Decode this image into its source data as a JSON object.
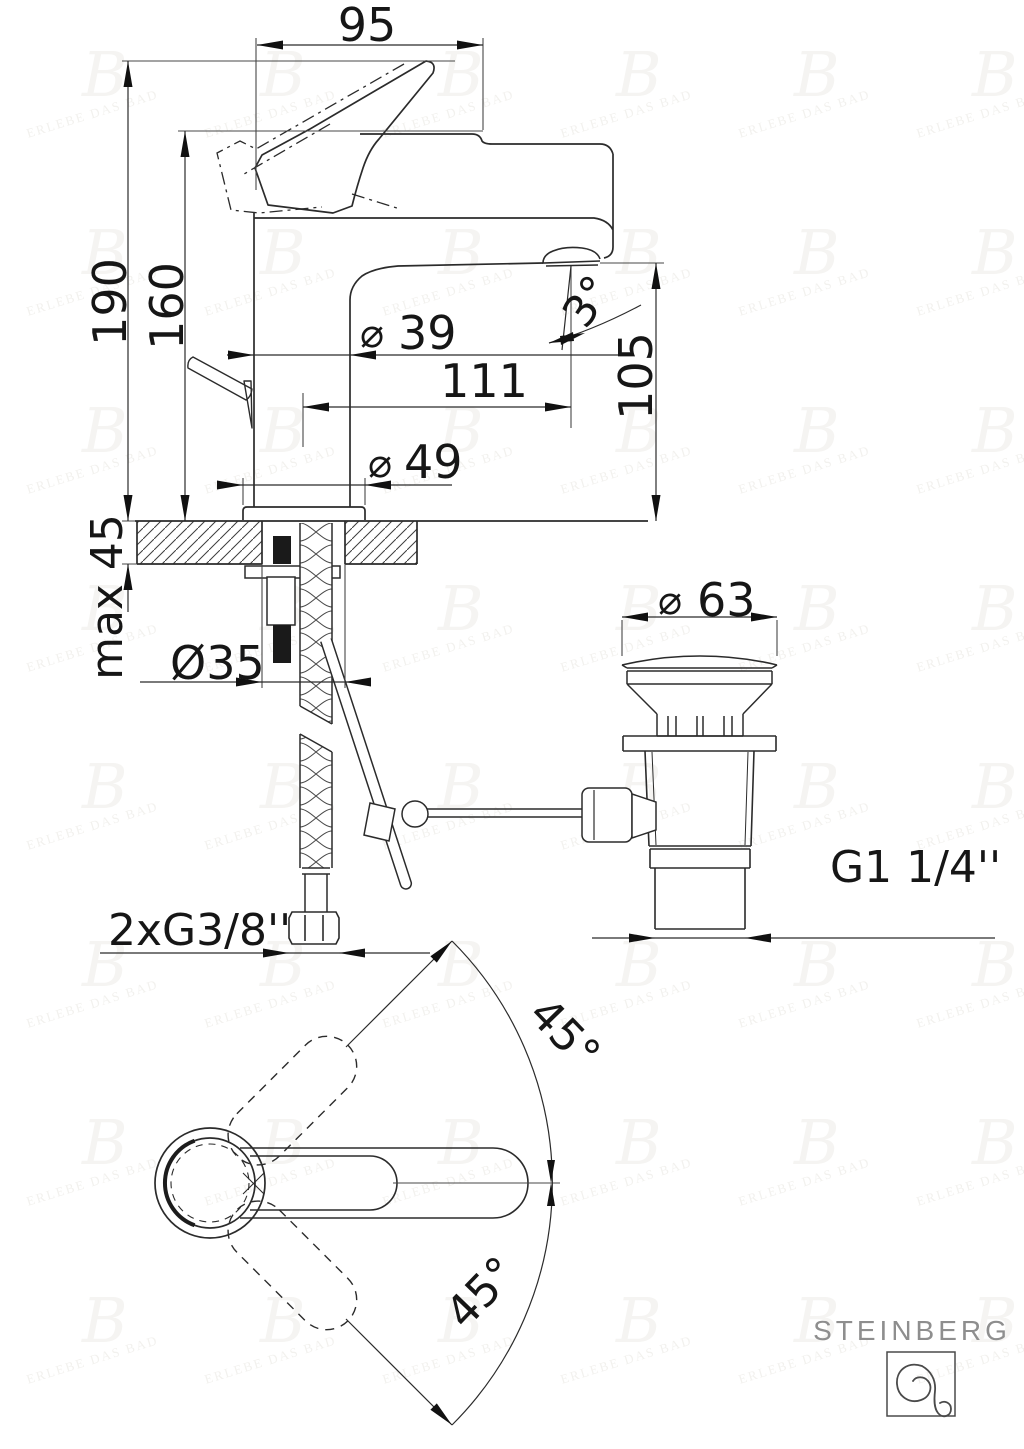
{
  "dims": {
    "spout_top_width": "95",
    "total_height": "190",
    "body_height": "160",
    "dia_body_sym": "⌀",
    "dia_body": "39",
    "outlet_reach": "111",
    "outlet_angle": "3°",
    "outlet_height": "105",
    "dia_base_sym": "⌀",
    "dia_base": "49",
    "mount_thickness": "max 45",
    "dia_hole": "Ø35",
    "dia_drain_sym": "⌀",
    "dia_drain": "63",
    "supply_thread": "2xG3/8''",
    "waste_thread": "G1 1/4''",
    "swivel_up": "45°",
    "swivel_down": "45°"
  },
  "brand": {
    "name": "STEINBERG"
  },
  "watermark": {
    "glyph": "B",
    "slogan": "ERLEBE DAS BAD"
  },
  "colors": {
    "line": "#2b2b2b",
    "thin": "#474747",
    "text": "#161616",
    "brand": "#8e8e8e"
  }
}
